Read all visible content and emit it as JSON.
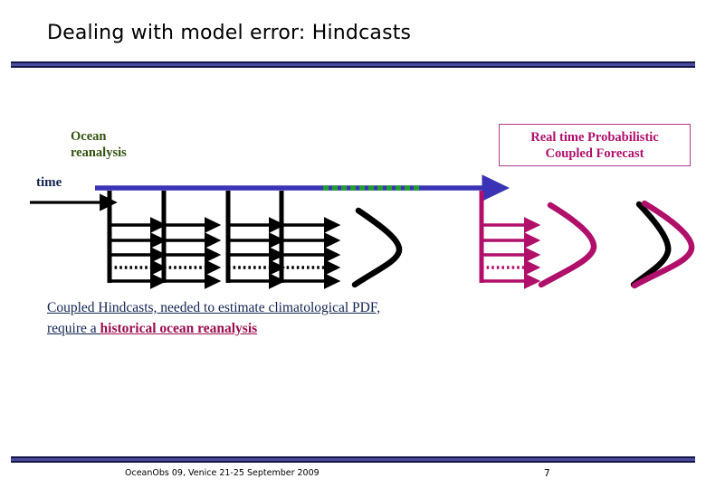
{
  "slide": {
    "title": "Dealing with model error: Hindcasts",
    "background_color": "#ffffff"
  },
  "rules": {
    "outer_color": "#171747",
    "inner_color": "#4a4a9e"
  },
  "diagram": {
    "ocean_reanalysis_label": "Ocean\nreanalysis",
    "ocean_reanalysis_line1": "Ocean",
    "ocean_reanalysis_line2": "reanalysis",
    "ocean_reanalysis_color": "#33520f",
    "time_label": "time",
    "time_label_color": "#12244f",
    "realtime_box_line1": "Real time Probabilistic",
    "realtime_box_line2": "Coupled Forecast",
    "realtime_box_color": "#b0106a",
    "realtime_box_border_color": "#b03a8a",
    "timeline_color": "#3b33b5",
    "timeline_dashed_overlay_color": "#22a02c",
    "hindcast_color": "#000000",
    "forecast_color": "#b0106a",
    "hindcast_group_count": 4,
    "forecast_group_count": 1,
    "arrows_per_group": 5,
    "dotted_arrow_index": 4
  },
  "caption": {
    "text_plain": "Coupled Hindcasts, needed to estimate climatological PDF,",
    "text_line2_prefix": "require a ",
    "text_line2_emphasis": "historical ocean reanalysis",
    "base_color": "#12244f",
    "emphasis_color": "#9c0f4f"
  },
  "footer": {
    "conference": "OceanObs 09, Venice 21-25 September 2009",
    "page_number": "7"
  }
}
